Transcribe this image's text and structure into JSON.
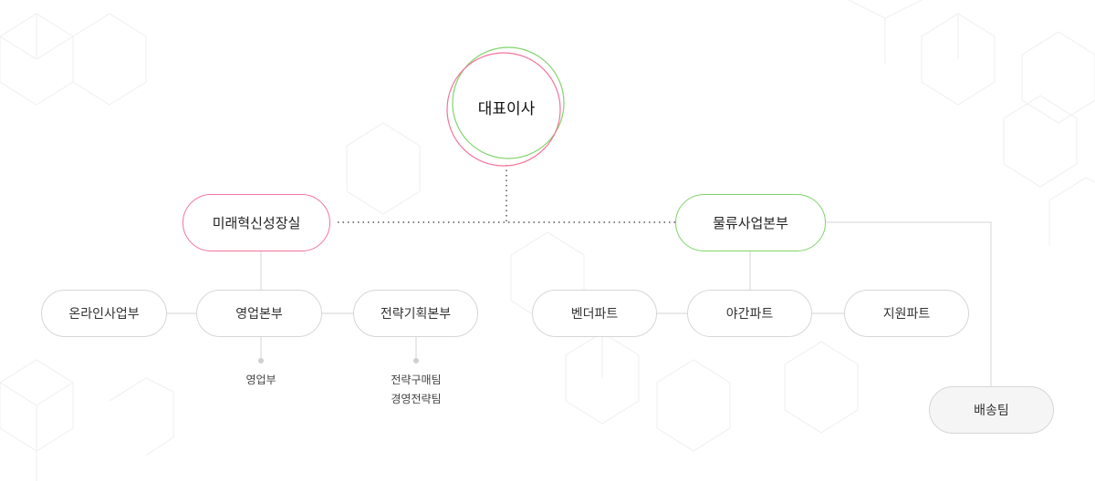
{
  "ceo": {
    "label": "대표이사"
  },
  "divisions": [
    {
      "label": "미래혁신성장실",
      "accent": "#f3749a"
    },
    {
      "label": "물류사업본부",
      "accent": "#7fd36a"
    }
  ],
  "left_units": [
    {
      "label": "온라인사업부"
    },
    {
      "label": "영업본부",
      "teams": [
        "영업부"
      ]
    },
    {
      "label": "전략기획본부",
      "teams": [
        "전략구매팀",
        "경영전략팀"
      ]
    }
  ],
  "right_units": [
    {
      "label": "벤더파트"
    },
    {
      "label": "야간파트"
    },
    {
      "label": "지원파트"
    }
  ],
  "delivery": {
    "label": "배송팀"
  },
  "colors": {
    "pink": "#f3749a",
    "green": "#7fd36a",
    "line": "#dddddd",
    "dots": "#555555"
  }
}
